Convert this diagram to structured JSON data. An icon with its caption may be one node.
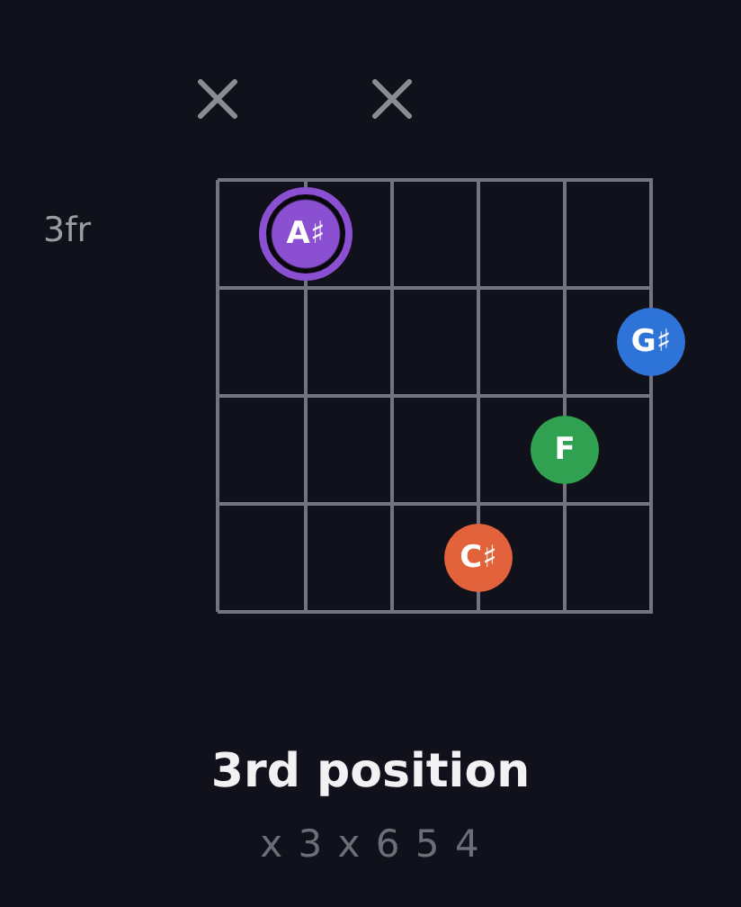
{
  "diagram": {
    "title": "3rd position",
    "caption": "x 3 x 6 5 4",
    "nodes": [
      {
        "text": [
          "A♯"
        ]
      },
      {
        "text": [
          "G♯"
        ]
      },
      {
        "text": [
          "F"
        ]
      },
      {
        "text": [
          "C♯"
        ]
      }
    ],
    "labels": [
      "3fr"
    ]
  }
}
